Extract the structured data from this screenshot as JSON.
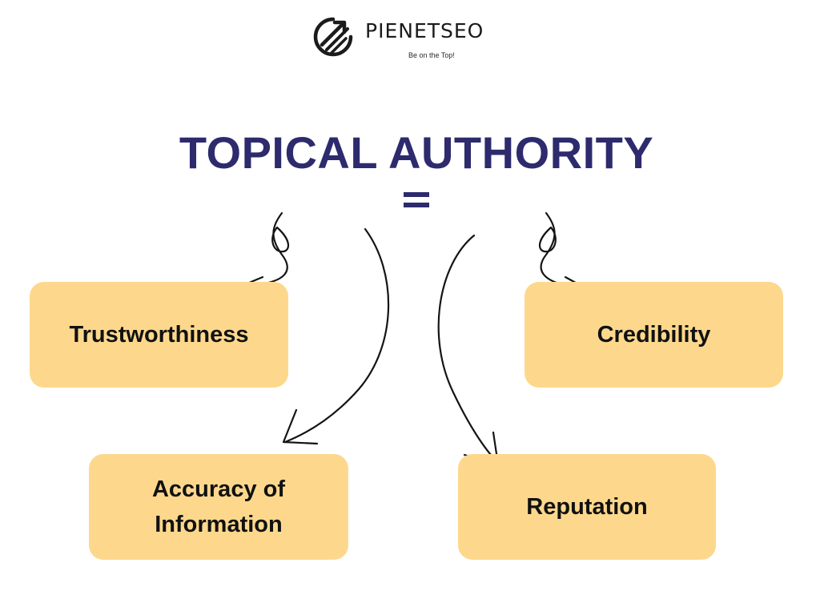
{
  "brand": {
    "name": "PIENETSEO",
    "tagline": "Be on the Top!",
    "logo_icon": "circle-with-rising-arrows-icon"
  },
  "heading": {
    "title": "TOPICAL AUTHORITY",
    "equals_icon": "equals-sign-icon"
  },
  "diagram": {
    "nodes": [
      {
        "id": "trustworthiness",
        "label": "Trustworthiness"
      },
      {
        "id": "credibility",
        "label": "Credibility"
      },
      {
        "id": "accuracy",
        "label": "Accuracy of Information"
      },
      {
        "id": "reputation",
        "label": "Reputation"
      }
    ],
    "edges": [
      {
        "from": "TOPICAL AUTHORITY",
        "to": "Trustworthiness"
      },
      {
        "from": "TOPICAL AUTHORITY",
        "to": "Credibility"
      },
      {
        "from": "TOPICAL AUTHORITY",
        "to": "Accuracy of Information"
      },
      {
        "from": "TOPICAL AUTHORITY",
        "to": "Reputation"
      }
    ]
  },
  "colors": {
    "title": "#2d2a6d",
    "card_fill": "#fdd88c",
    "card_text": "#111111",
    "arrow": "#141414",
    "background": "#ffffff"
  }
}
